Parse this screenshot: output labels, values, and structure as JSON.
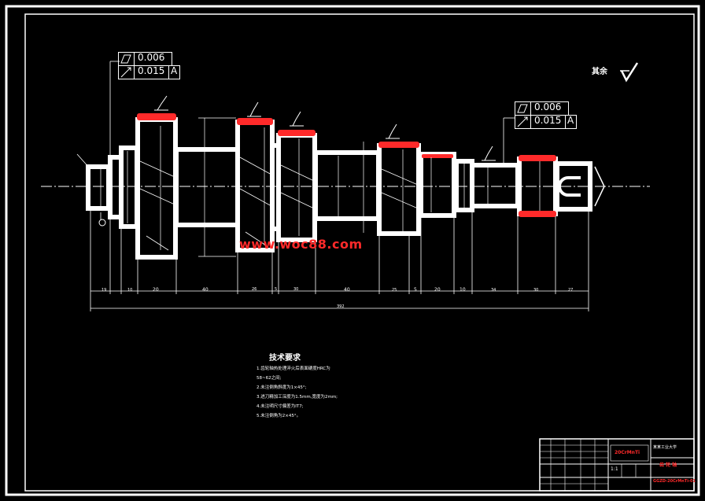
{
  "tolerance_left": {
    "row1_value": "0.006",
    "row2_value": "0.015",
    "row2_datum": "A"
  },
  "tolerance_right": {
    "row1_value": "0.006",
    "row2_value": "0.015",
    "row2_datum": "A"
  },
  "surface_note": {
    "label": "其余"
  },
  "watermark": "www.woc88.com",
  "dimensions": {
    "segments": [
      "19",
      "10",
      "20",
      "40",
      "26",
      "5",
      "30",
      "40",
      "25",
      "5",
      "20",
      "10",
      "34",
      "30",
      "27"
    ],
    "total": "392"
  },
  "tech_requirements": {
    "title": "技术要求",
    "items": [
      "1.齿轮轴热处理淬火后表面硬度HRC为",
      "58~62之间;",
      "2.未注倒角斜度为1×45°;",
      "3.进刀精加工深度为1.5mm,宽度为2mm;",
      "4.未注明尺寸偏差为IT7;",
      "5.未注倒角为2×45°。"
    ]
  },
  "title_block": {
    "right_top": "某某工业大学",
    "right_red": "齿 轮 轴",
    "left_red": "20CrMnTi",
    "scale_row": "1:1",
    "drawing_no": "GGZD-20CrMnTi-01"
  },
  "colors": {
    "background": "#000000",
    "lines": "#ffffff",
    "highlight": "#ff2a2a"
  }
}
